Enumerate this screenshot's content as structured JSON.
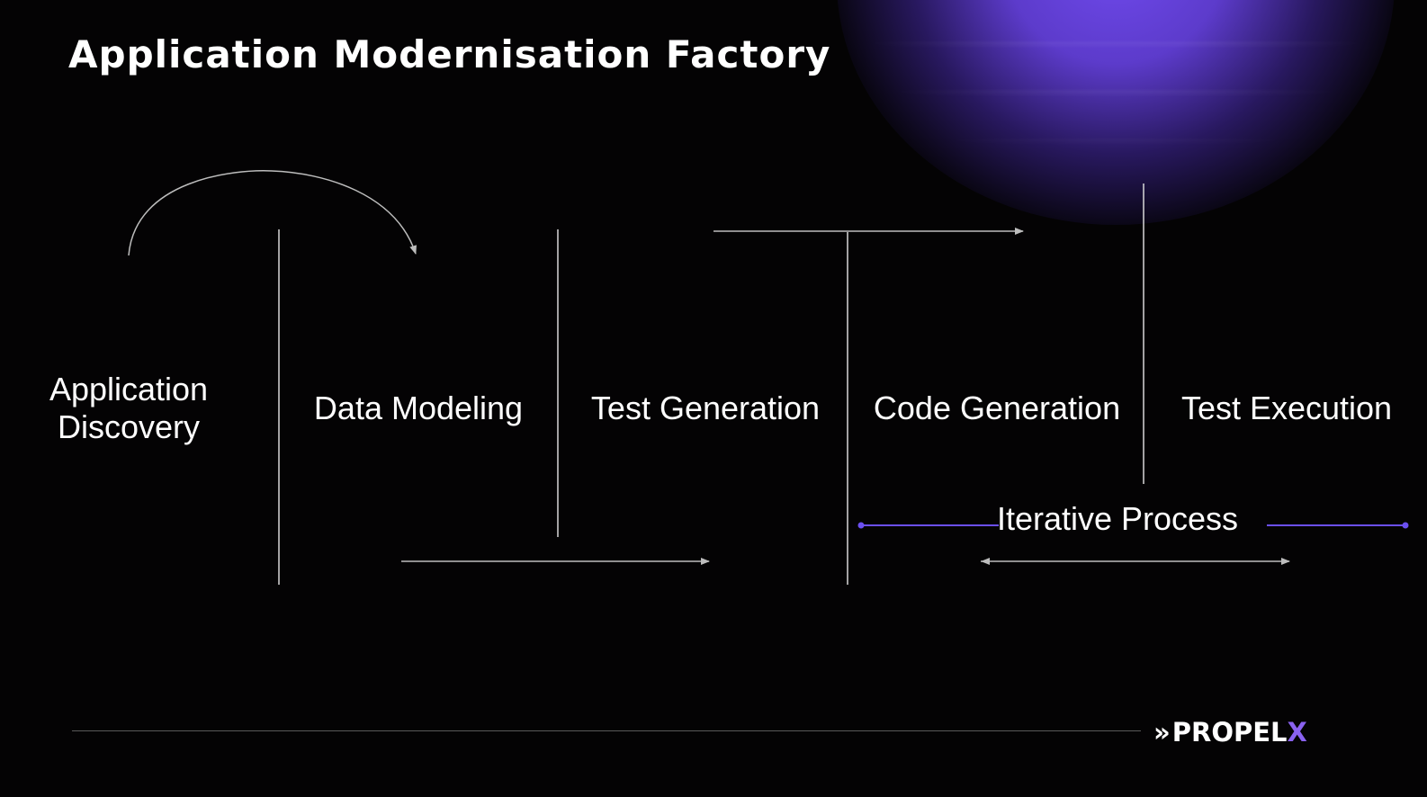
{
  "slide": {
    "title": "Application Modernisation Factory"
  },
  "stages": [
    {
      "label": "Application\nDiscovery"
    },
    {
      "label": "Data Modeling"
    },
    {
      "label": "Test Generation"
    },
    {
      "label": "Code Generation"
    },
    {
      "label": "Test Execution"
    }
  ],
  "iterative_process": {
    "label": "Iterative Process",
    "color": "#6b4ff0"
  },
  "logo": {
    "chevrons": "»",
    "word": "PROPEL",
    "accent": "X",
    "accent_color": "#8a62f0"
  },
  "colors": {
    "background": "#040304",
    "text": "#ffffff",
    "connector": "#bdbdbd",
    "glow": "#6e4aee"
  }
}
